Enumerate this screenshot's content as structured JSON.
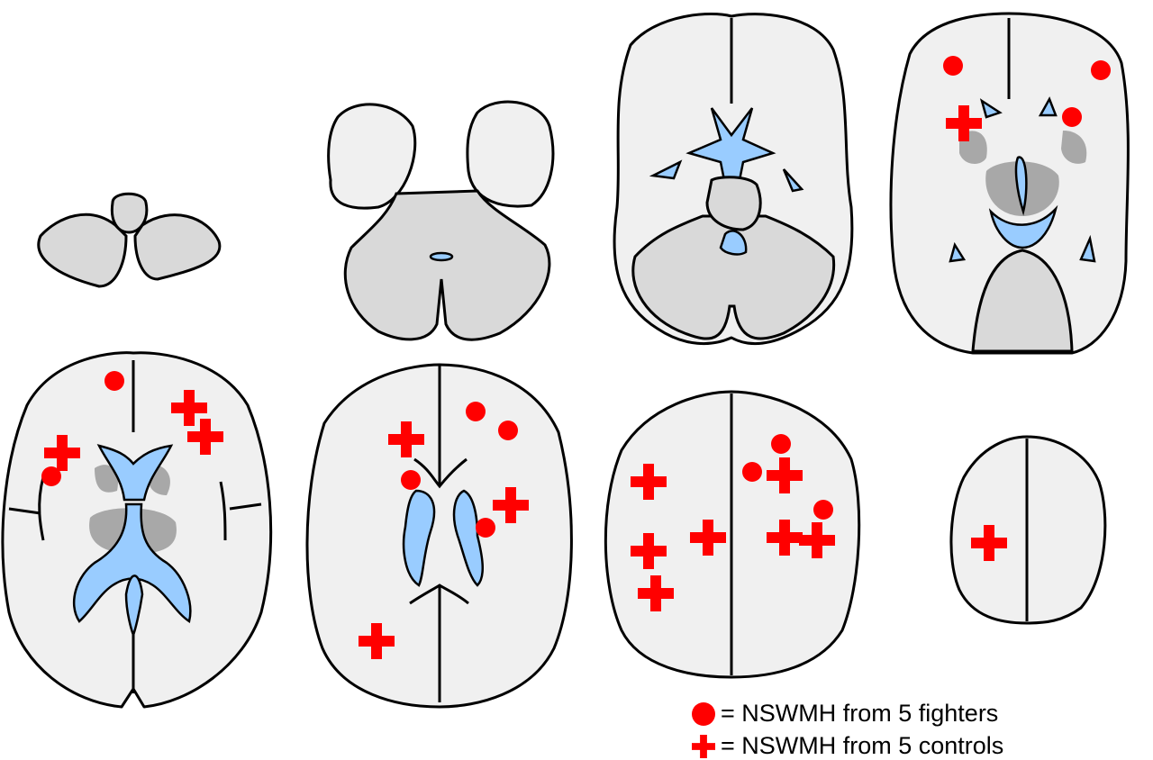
{
  "legend": {
    "fighters": {
      "symbol": "circle",
      "text": "= NSWMH from 5 fighters"
    },
    "controls": {
      "symbol": "cross",
      "text": "= NSWMH from 5 controls"
    }
  },
  "colors": {
    "marker": "#ff0000",
    "tissue": "#f0f0f0",
    "cerebellum": "#d9d9d9",
    "ventricle": "#99ccff",
    "deep_gray": "#a8a8a8"
  }
}
